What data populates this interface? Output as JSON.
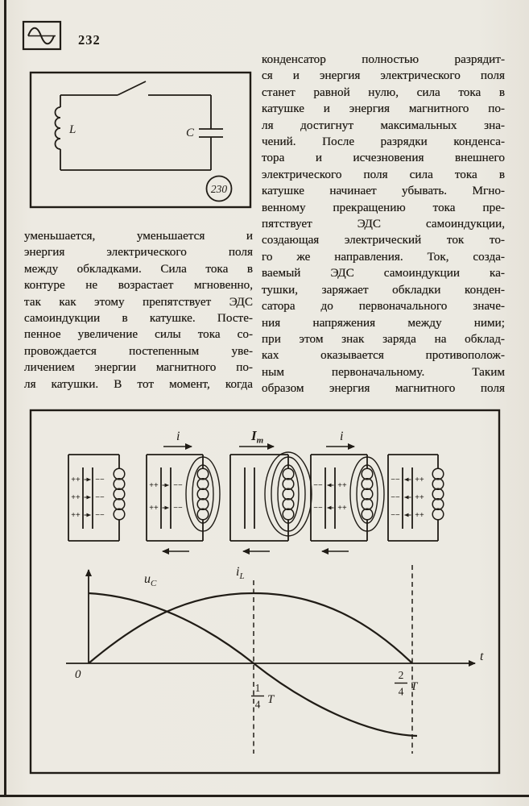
{
  "page": {
    "number": "232"
  },
  "logo_icon": "ac-sine-wave",
  "figure_circuit": {
    "number": "230",
    "inductor_label": "L",
    "capacitor_label": "C"
  },
  "text_columns": {
    "left": "уменьшается, уменьшается и\nэнергия электрического поля\nмежду обкладками. Сила тока в\nконтуре не возрастает мгновенно,\nтак как этому препятствует ЭДС\nсамоиндукции в катушке. Посте-\nпенное увеличение силы тока со-\nпровождается постепенным уве-\nличением энергии магнитного по-\nля катушки. В тот момент, когда",
    "right": "конденсатор полностью разрядит-\nся и энергия электрического поля\nстанет равной нулю, сила тока в\nкатушке и энергия магнитного по-\nля достигнут максимальных зна-\nчений. После разрядки конденса-\nтора и исчезновения внешнего\nэлектрического поля сила тока в\nкатушке начинает убывать. Мгно-\nвенному прекращению тока пре-\nпятствует ЭДС самоиндукции,\nсоздающая электрический ток то-\nго же направления. Ток, созда-\nваемый ЭДС самоиндукции ка-\nтушки, заряжает обкладки конден-\nсатора до первоначального значе-\nния напряжения между ними;\nпри этом знак заряда на обклад-\nках оказывается противополож-\nным первоначальному. Таким\nобразом энергия магнитного поля"
  },
  "figure_oscillation": {
    "stage_current_labels": [
      {
        "main": "i",
        "sub": ""
      },
      {
        "main": "I",
        "sub": "m"
      },
      {
        "main": "i",
        "sub": ""
      }
    ],
    "graph": {
      "origin_label": "0",
      "time_axis_label": "t",
      "voltage_curve_label": {
        "main": "u",
        "sub": "C"
      },
      "current_curve_label": {
        "main": "i",
        "sub": "L"
      },
      "time_tick_1": {
        "numerator": "1",
        "denominator": "4",
        "unit": "T"
      },
      "time_tick_2": {
        "numerator": "2",
        "denominator": "4",
        "unit": "T"
      }
    }
  },
  "chart_data": {
    "type": "line",
    "title": "Oscillations of capacitor voltage and coil current in an LC circuit",
    "xlabel": "t",
    "ylabel": "",
    "x_ticks": [
      "0",
      "1/4 T",
      "2/4 T"
    ],
    "xlim_in_periods": [
      0,
      0.55
    ],
    "ylim": [
      -1,
      1
    ],
    "grid": false,
    "legend_position": "labels-on-curves",
    "annotations": [
      "dashed vertical guide at t = 1/4 T",
      "dashed vertical guide at t = 2/4 T"
    ],
    "series": [
      {
        "name": "u_C",
        "shape": "cosine",
        "x": [
          0,
          0.125,
          0.25,
          0.375,
          0.5
        ],
        "values": [
          1,
          0.71,
          0,
          -0.71,
          -1
        ]
      },
      {
        "name": "i_L",
        "shape": "sine",
        "x": [
          0,
          0.125,
          0.25,
          0.375,
          0.5
        ],
        "values": [
          0,
          0.71,
          1,
          0.71,
          0
        ]
      }
    ]
  }
}
